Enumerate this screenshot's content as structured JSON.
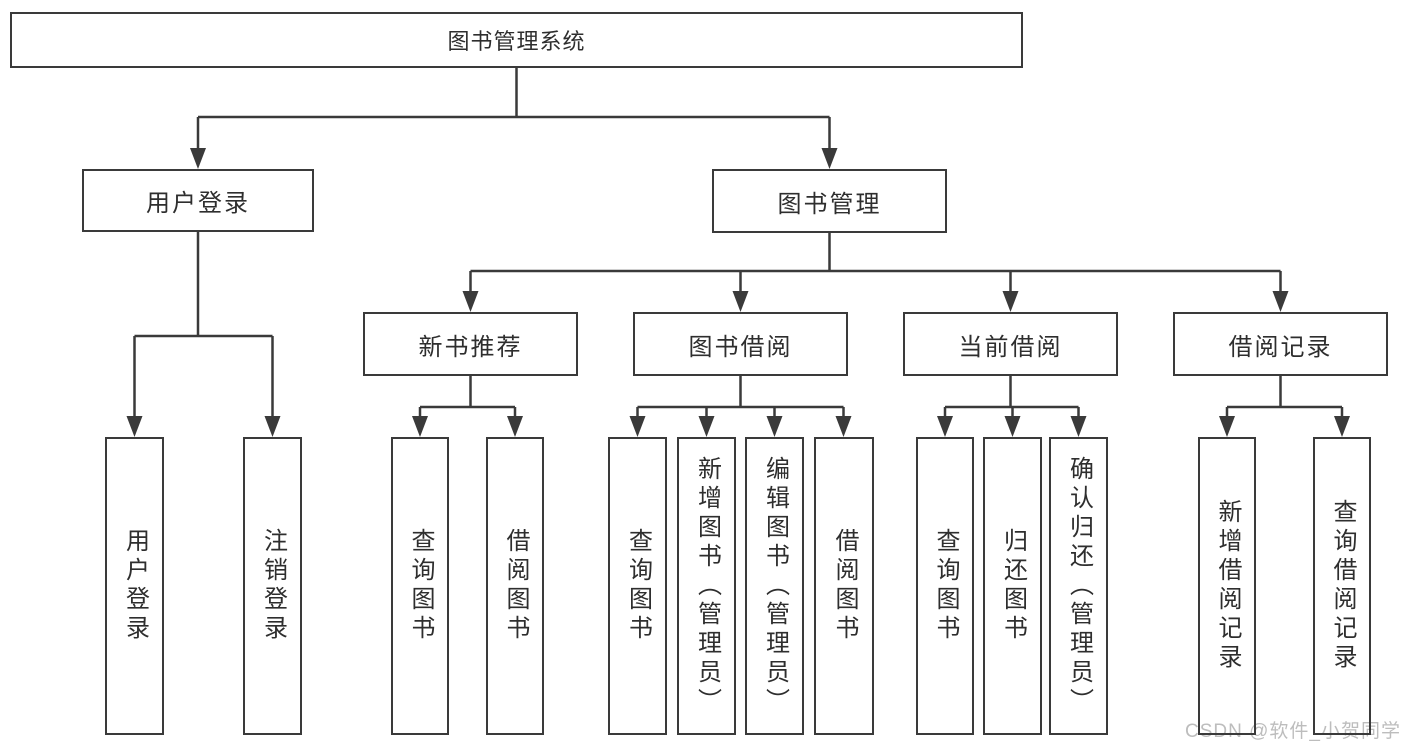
{
  "nodes": {
    "root": "图书管理系统",
    "user_login": "用户登录",
    "book_management": "图书管理",
    "new_book_recommend": "新书推荐",
    "book_borrowing": "图书借阅",
    "current_borrowing": "当前借阅",
    "borrowing_records": "借阅记录",
    "leaves": {
      "user_login_group": [
        "用户登录",
        "注销登录"
      ],
      "new_book_group": [
        "查询图书",
        "借阅图书"
      ],
      "book_borrowing_group": [
        "查询图书",
        "新增图书（管理员）",
        "编辑图书（管理员）",
        "借阅图书"
      ],
      "current_borrowing_group": [
        "查询图书",
        "归还图书",
        "确认归还（管理员）"
      ],
      "records_group": [
        "新增借阅记录",
        "查询借阅记录"
      ]
    }
  },
  "watermark": "CSDN @软件_小贺同学",
  "colors": {
    "line": "#3a3a3a",
    "text": "#2e2e2e",
    "watermark": "#bdbdbd",
    "background": "#ffffff"
  }
}
